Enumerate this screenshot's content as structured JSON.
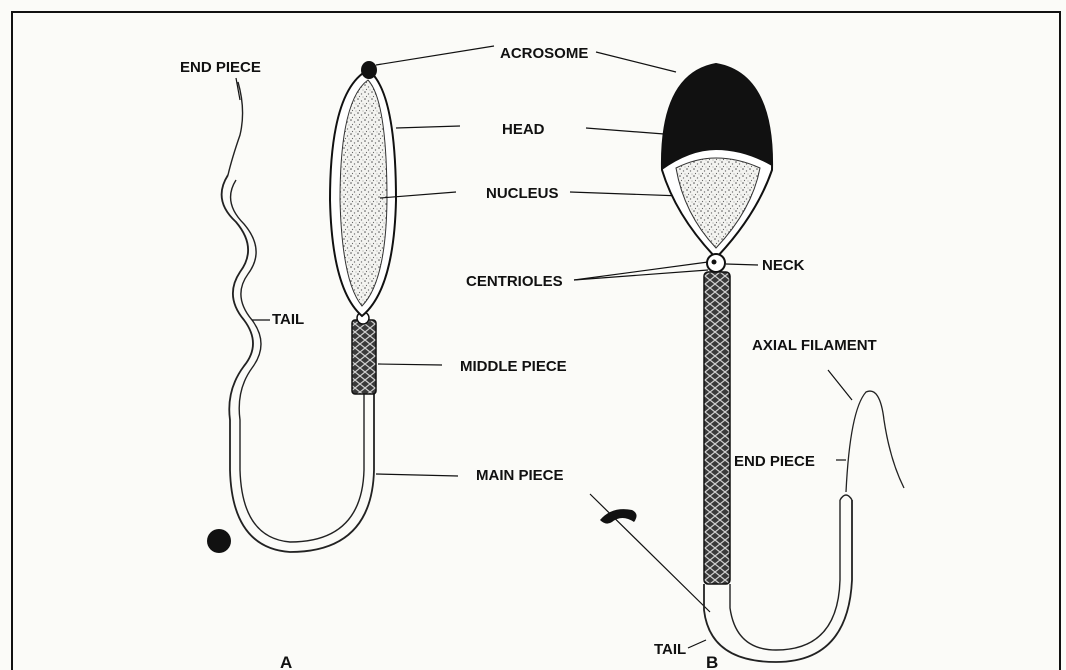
{
  "figure_a": {
    "label_end_piece": "END PIECE",
    "label_tail": "TAIL",
    "label_acrosome": "ACROSOME",
    "label_head": "HEAD",
    "label_nucleus": "NUCLEUS",
    "label_middle_piece": "MIDDLE PIECE",
    "label_main_piece": "MAIN PIECE",
    "caption": "A"
  },
  "figure_b": {
    "label_centrioles": "CENTRIOLES",
    "label_neck": "NECK",
    "label_axial_filament": "AXIAL FILAMENT",
    "label_end_piece": "END PIECE",
    "label_tail": "TAIL",
    "caption": "B"
  }
}
